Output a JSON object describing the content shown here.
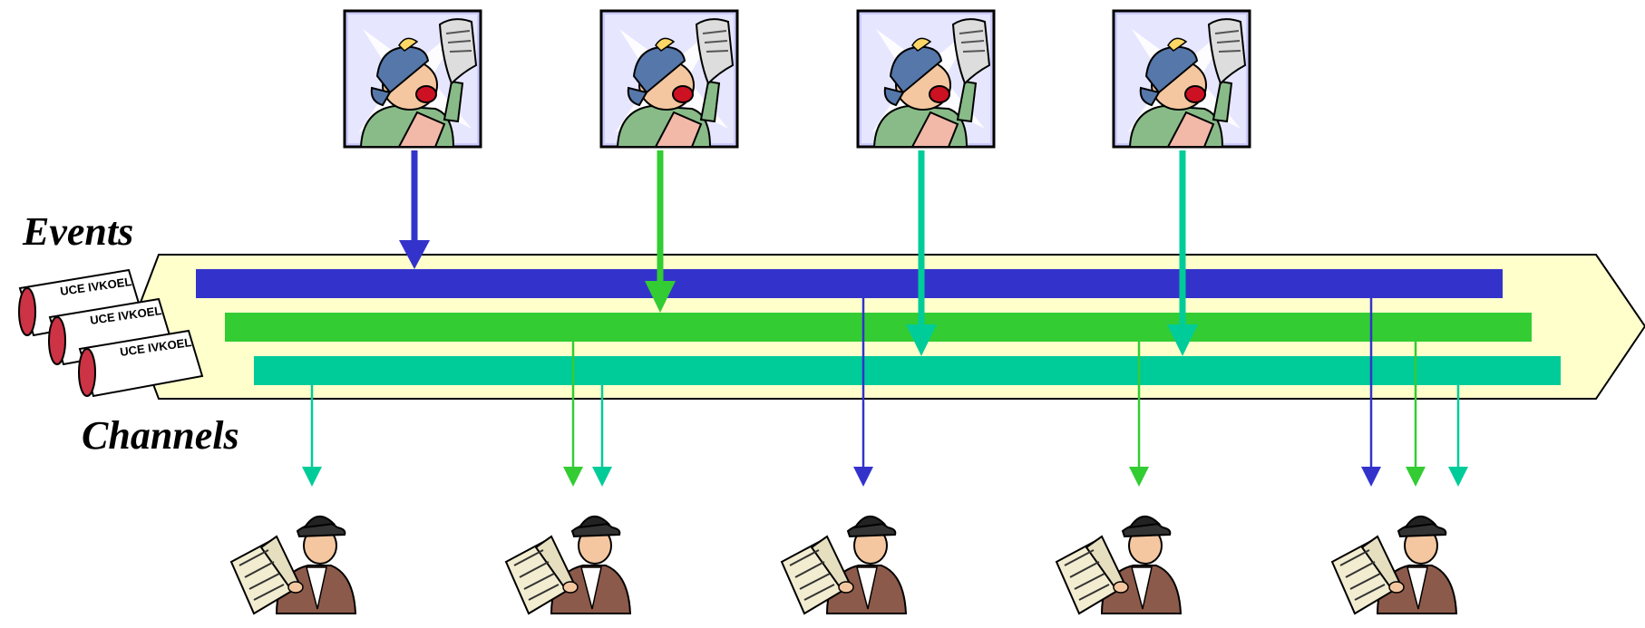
{
  "labels": {
    "events": "Events",
    "channels": "Channels"
  },
  "colors": {
    "background": "#ffffff",
    "bus_fill": "#ffffcc",
    "bus_stroke": "#000000",
    "channel_blue": "#3333cc",
    "channel_green": "#33cc33",
    "channel_teal": "#00cc99"
  },
  "channels": [
    {
      "name": "blue",
      "color": "#3333cc"
    },
    {
      "name": "green",
      "color": "#33cc33"
    },
    {
      "name": "teal",
      "color": "#00cc99"
    }
  ],
  "publishers": [
    {
      "icon": "newsboy-icon",
      "channel": "blue"
    },
    {
      "icon": "newsboy-icon",
      "channel": "green"
    },
    {
      "icon": "newsboy-icon",
      "channel": "teal"
    },
    {
      "icon": "newsboy-icon",
      "channel": "teal"
    }
  ],
  "subscribers": [
    {
      "icon": "reader-icon",
      "channels": [
        "teal"
      ]
    },
    {
      "icon": "reader-icon",
      "channels": [
        "green",
        "teal"
      ]
    },
    {
      "icon": "reader-icon",
      "channels": [
        "blue"
      ]
    },
    {
      "icon": "reader-icon",
      "channels": [
        "green"
      ]
    },
    {
      "icon": "reader-icon",
      "channels": [
        "blue",
        "green",
        "teal"
      ]
    }
  ],
  "event_stack_icon": "newspaper-stack-icon"
}
